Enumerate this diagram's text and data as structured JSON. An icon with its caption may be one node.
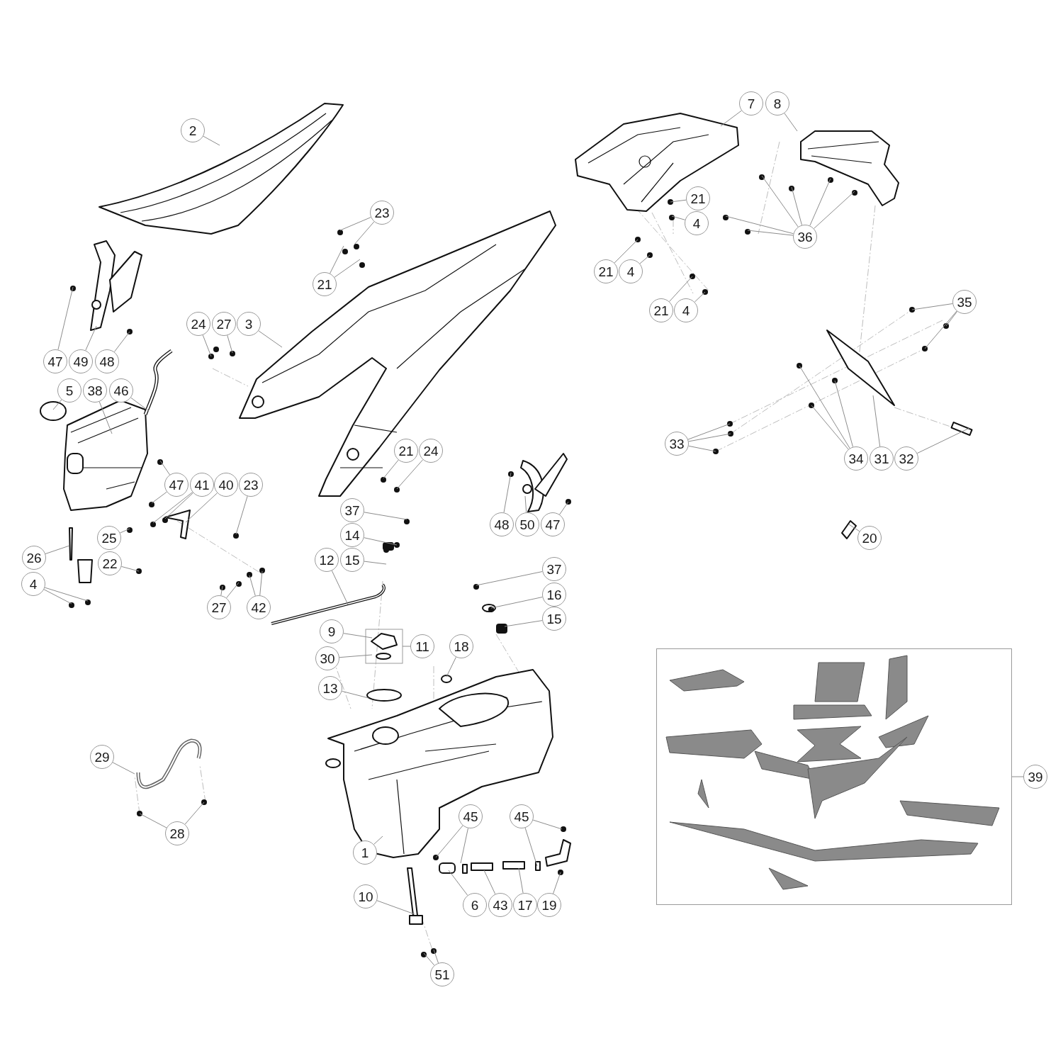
{
  "diagram": {
    "nodes": [
      {
        "text": [
          "2"
        ]
      },
      {
        "text": [
          "7"
        ]
      },
      {
        "text": [
          "8"
        ]
      },
      {
        "text": [
          "21"
        ]
      },
      {
        "text": [
          "23"
        ]
      },
      {
        "text": [
          "4"
        ]
      },
      {
        "text": [
          "36"
        ]
      },
      {
        "text": [
          "21"
        ]
      },
      {
        "text": [
          "4"
        ]
      },
      {
        "text": [
          "21"
        ]
      },
      {
        "text": [
          "35"
        ]
      },
      {
        "text": [
          "21"
        ]
      },
      {
        "text": [
          "4"
        ]
      },
      {
        "text": [
          "24"
        ]
      },
      {
        "text": [
          "27"
        ]
      },
      {
        "text": [
          "3"
        ]
      },
      {
        "text": [
          "47"
        ]
      },
      {
        "text": [
          "49"
        ]
      },
      {
        "text": [
          "48"
        ]
      },
      {
        "text": [
          "5"
        ]
      },
      {
        "text": [
          "38"
        ]
      },
      {
        "text": [
          "46"
        ]
      },
      {
        "text": [
          "33"
        ]
      },
      {
        "text": [
          "21"
        ]
      },
      {
        "text": [
          "24"
        ]
      },
      {
        "text": [
          "34"
        ]
      },
      {
        "text": [
          "31"
        ]
      },
      {
        "text": [
          "32"
        ]
      },
      {
        "text": [
          "47"
        ]
      },
      {
        "text": [
          "41"
        ]
      },
      {
        "text": [
          "40"
        ]
      },
      {
        "text": [
          "23"
        ]
      },
      {
        "text": [
          "37"
        ]
      },
      {
        "text": [
          "48"
        ]
      },
      {
        "text": [
          "50"
        ]
      },
      {
        "text": [
          "47"
        ]
      },
      {
        "text": [
          "14"
        ]
      },
      {
        "text": [
          "25"
        ]
      },
      {
        "text": [
          "20"
        ]
      },
      {
        "text": [
          "26"
        ]
      },
      {
        "text": [
          "12"
        ]
      },
      {
        "text": [
          "15"
        ]
      },
      {
        "text": [
          "22"
        ]
      },
      {
        "text": [
          "37"
        ]
      },
      {
        "text": [
          "4"
        ]
      },
      {
        "text": [
          "16"
        ]
      },
      {
        "text": [
          "27"
        ]
      },
      {
        "text": [
          "42"
        ]
      },
      {
        "text": [
          "15"
        ]
      },
      {
        "text": [
          "9"
        ]
      },
      {
        "text": [
          "11"
        ]
      },
      {
        "text": [
          "18"
        ]
      },
      {
        "text": [
          "30"
        ]
      },
      {
        "text": [
          "13"
        ]
      },
      {
        "text": [
          "29"
        ]
      },
      {
        "text": [
          "39"
        ]
      },
      {
        "text": [
          "45"
        ]
      },
      {
        "text": [
          "45"
        ]
      },
      {
        "text": [
          "28"
        ]
      },
      {
        "text": [
          "1"
        ]
      },
      {
        "text": [
          "10"
        ]
      },
      {
        "text": [
          "6"
        ]
      },
      {
        "text": [
          "43"
        ]
      },
      {
        "text": [
          "17"
        ]
      },
      {
        "text": [
          "19"
        ]
      },
      {
        "text": [
          "51"
        ]
      },
      {
        "text": [],
        "shape": "box"
      }
    ],
    "edges": [
      {
        "from": 0,
        "to": null,
        "arrow": "none"
      },
      {
        "from": 1,
        "to": null,
        "arrow": "none"
      },
      {
        "from": 2,
        "to": null,
        "arrow": "none"
      },
      {
        "from": 3,
        "to": null,
        "arrow": "none"
      },
      {
        "from": 4,
        "to": null,
        "arrow": "none"
      },
      {
        "from": 4,
        "to": null,
        "arrow": "none"
      },
      {
        "from": 5,
        "to": null,
        "arrow": "none"
      },
      {
        "from": 6,
        "to": null,
        "arrow": "none"
      },
      {
        "from": 6,
        "to": null,
        "arrow": "none"
      },
      {
        "from": 6,
        "to": null,
        "arrow": "none"
      },
      {
        "from": 6,
        "to": null,
        "arrow": "none"
      },
      {
        "from": 6,
        "to": null,
        "arrow": "none"
      },
      {
        "from": 6,
        "to": null,
        "arrow": "none"
      },
      {
        "from": 7,
        "to": null,
        "arrow": "none"
      },
      {
        "from": 8,
        "to": null,
        "arrow": "none"
      },
      {
        "from": 9,
        "to": null,
        "arrow": "none"
      },
      {
        "from": 9,
        "to": null,
        "arrow": "none"
      },
      {
        "from": 10,
        "to": null,
        "arrow": "none"
      },
      {
        "from": 10,
        "to": null,
        "arrow": "none"
      },
      {
        "from": 10,
        "to": null,
        "arrow": "none"
      },
      {
        "from": 11,
        "to": null,
        "arrow": "none"
      },
      {
        "from": 12,
        "to": null,
        "arrow": "none"
      },
      {
        "from": 13,
        "to": null,
        "arrow": "none"
      },
      {
        "from": 14,
        "to": null,
        "arrow": "none"
      },
      {
        "from": 15,
        "to": null,
        "arrow": "none"
      },
      {
        "from": 16,
        "to": null,
        "arrow": "none"
      },
      {
        "from": 17,
        "to": null,
        "arrow": "none"
      },
      {
        "from": 18,
        "to": null,
        "arrow": "none"
      },
      {
        "from": 19,
        "to": null,
        "arrow": "none"
      },
      {
        "from": 20,
        "to": null,
        "arrow": "none"
      },
      {
        "from": 21,
        "to": null,
        "arrow": "none"
      },
      {
        "from": 22,
        "to": null,
        "arrow": "none"
      },
      {
        "from": 22,
        "to": null,
        "arrow": "none"
      },
      {
        "from": 22,
        "to": null,
        "arrow": "none"
      },
      {
        "from": 25,
        "to": null,
        "arrow": "none"
      },
      {
        "from": 25,
        "to": null,
        "arrow": "none"
      },
      {
        "from": 25,
        "to": null,
        "arrow": "none"
      },
      {
        "from": 26,
        "to": null,
        "arrow": "none"
      },
      {
        "from": 27,
        "to": null,
        "arrow": "none"
      },
      {
        "from": 23,
        "to": null,
        "arrow": "none"
      },
      {
        "from": 24,
        "to": null,
        "arrow": "none"
      },
      {
        "from": 28,
        "to": null,
        "arrow": "none"
      },
      {
        "from": 28,
        "to": null,
        "arrow": "none"
      },
      {
        "from": 29,
        "to": null,
        "arrow": "none"
      },
      {
        "from": 29,
        "to": null,
        "arrow": "none"
      },
      {
        "from": 30,
        "to": null,
        "arrow": "none"
      },
      {
        "from": 31,
        "to": null,
        "arrow": "none"
      },
      {
        "from": 32,
        "to": null,
        "arrow": "none"
      },
      {
        "from": 36,
        "to": null,
        "arrow": "none"
      },
      {
        "from": 41,
        "to": null,
        "arrow": "none"
      },
      {
        "from": 40,
        "to": null,
        "arrow": "none"
      },
      {
        "from": 37,
        "to": null,
        "arrow": "none"
      },
      {
        "from": 38,
        "to": null,
        "arrow": "none"
      },
      {
        "from": 39,
        "to": null,
        "arrow": "none"
      },
      {
        "from": 42,
        "to": null,
        "arrow": "none"
      },
      {
        "from": 44,
        "to": null,
        "arrow": "none"
      },
      {
        "from": 44,
        "to": null,
        "arrow": "none"
      },
      {
        "from": 33,
        "to": null,
        "arrow": "none"
      },
      {
        "from": 34,
        "to": null,
        "arrow": "none"
      },
      {
        "from": 35,
        "to": null,
        "arrow": "none"
      },
      {
        "from": 43,
        "to": null,
        "arrow": "none"
      },
      {
        "from": 45,
        "to": null,
        "arrow": "none"
      },
      {
        "from": 48,
        "to": null,
        "arrow": "none"
      },
      {
        "from": 46,
        "to": null,
        "arrow": "none"
      },
      {
        "from": 46,
        "to": null,
        "arrow": "none"
      },
      {
        "from": 47,
        "to": null,
        "arrow": "none"
      },
      {
        "from": 47,
        "to": null,
        "arrow": "none"
      },
      {
        "from": 49,
        "to": null,
        "arrow": "none"
      },
      {
        "from": 50,
        "to": null,
        "arrow": "none"
      },
      {
        "from": 52,
        "to": null,
        "arrow": "none"
      },
      {
        "from": 51,
        "to": null,
        "arrow": "none"
      },
      {
        "from": 53,
        "to": null,
        "arrow": "none"
      },
      {
        "from": 54,
        "to": null,
        "arrow": "none"
      },
      {
        "from": 58,
        "to": null,
        "arrow": "none"
      },
      {
        "from": 58,
        "to": null,
        "arrow": "none"
      },
      {
        "from": 59,
        "to": null,
        "arrow": "none"
      },
      {
        "from": 56,
        "to": null,
        "arrow": "none"
      },
      {
        "from": 56,
        "to": null,
        "arrow": "none"
      },
      {
        "from": 57,
        "to": null,
        "arrow": "none"
      },
      {
        "from": 57,
        "to": null,
        "arrow": "none"
      },
      {
        "from": 60,
        "to": null,
        "arrow": "none"
      },
      {
        "from": 61,
        "to": null,
        "arrow": "none"
      },
      {
        "from": 62,
        "to": null,
        "arrow": "none"
      },
      {
        "from": 63,
        "to": null,
        "arrow": "none"
      },
      {
        "from": 64,
        "to": null,
        "arrow": "none"
      },
      {
        "from": 65,
        "to": null,
        "arrow": "none"
      },
      {
        "from": 65,
        "to": null,
        "arrow": "none"
      },
      {
        "from": 55,
        "to": 66,
        "arrow": "none"
      }
    ]
  }
}
